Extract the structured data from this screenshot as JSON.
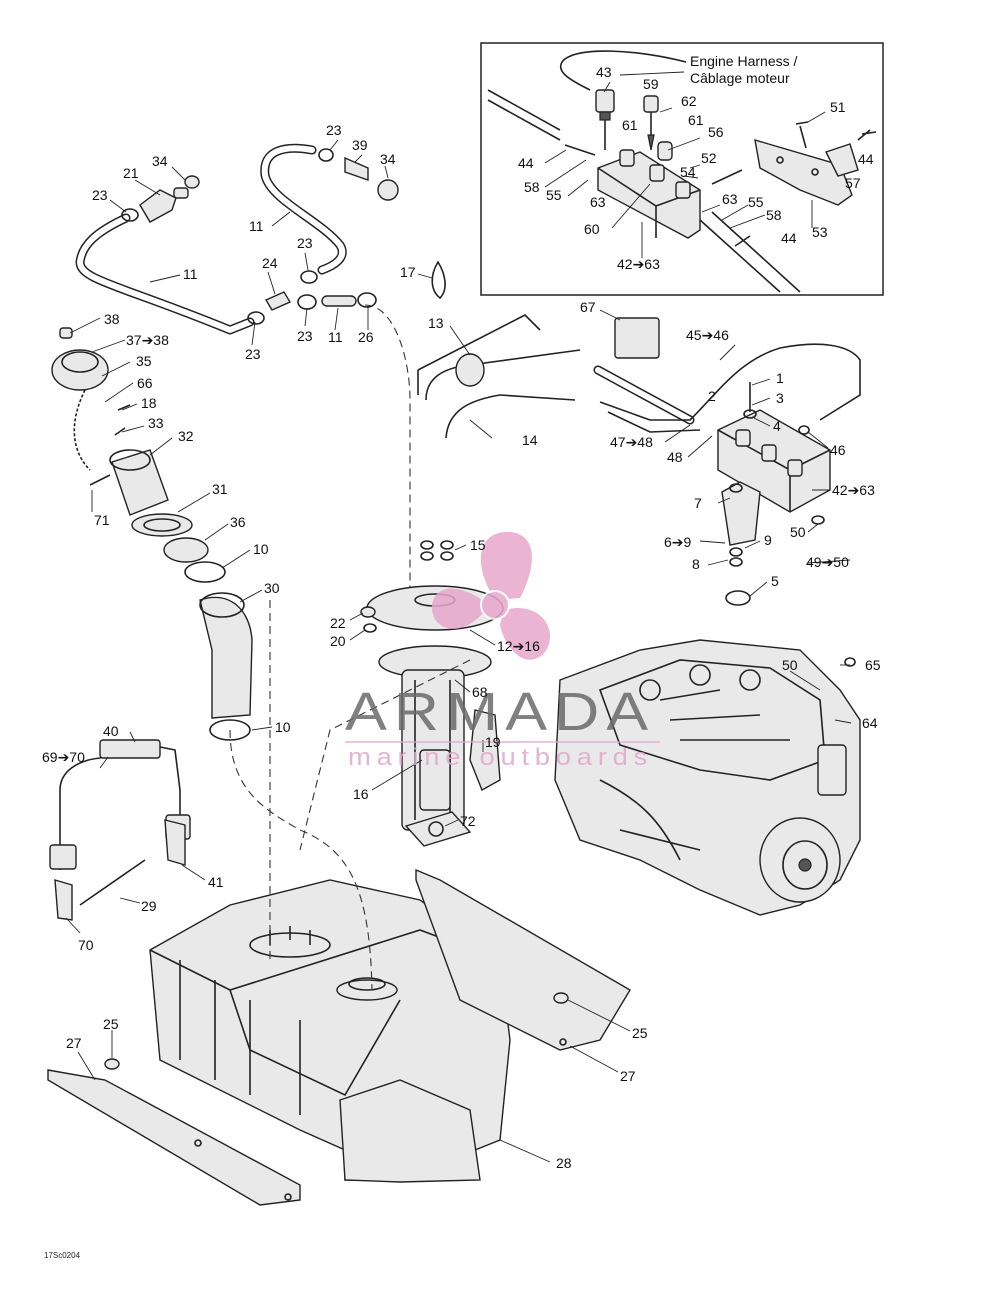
{
  "inset": {
    "harness_label_en": "Engine Harness /",
    "harness_label_fr": "Câblage moteur"
  },
  "callouts": [
    {
      "id": "43a",
      "text": "43"
    },
    {
      "id": "59",
      "text": "59"
    },
    {
      "id": "62",
      "text": "62"
    },
    {
      "id": "61a",
      "text": "61"
    },
    {
      "id": "61b",
      "text": "61"
    },
    {
      "id": "56",
      "text": "56"
    },
    {
      "id": "51",
      "text": "51"
    },
    {
      "id": "44a",
      "text": "44"
    },
    {
      "id": "44b",
      "text": "44"
    },
    {
      "id": "58a",
      "text": "58"
    },
    {
      "id": "55a",
      "text": "55"
    },
    {
      "id": "52",
      "text": "52"
    },
    {
      "id": "54",
      "text": "54"
    },
    {
      "id": "57",
      "text": "57"
    },
    {
      "id": "63a",
      "text": "63"
    },
    {
      "id": "63b",
      "text": "63"
    },
    {
      "id": "55b",
      "text": "55"
    },
    {
      "id": "58b",
      "text": "58"
    },
    {
      "id": "53",
      "text": "53"
    },
    {
      "id": "60",
      "text": "60"
    },
    {
      "id": "44c",
      "text": "44"
    },
    {
      "id": "42-63a",
      "text": "42➔63"
    },
    {
      "id": "23a",
      "text": "23"
    },
    {
      "id": "39",
      "text": "39"
    },
    {
      "id": "34a",
      "text": "34"
    },
    {
      "id": "34b",
      "text": "34"
    },
    {
      "id": "21",
      "text": "21"
    },
    {
      "id": "23b",
      "text": "23"
    },
    {
      "id": "11a",
      "text": "11"
    },
    {
      "id": "23c",
      "text": "23"
    },
    {
      "id": "24",
      "text": "24"
    },
    {
      "id": "11b",
      "text": "11"
    },
    {
      "id": "23d",
      "text": "23"
    },
    {
      "id": "23e",
      "text": "23"
    },
    {
      "id": "11c",
      "text": "11"
    },
    {
      "id": "26",
      "text": "26"
    },
    {
      "id": "17",
      "text": "17"
    },
    {
      "id": "13",
      "text": "13"
    },
    {
      "id": "67",
      "text": "67"
    },
    {
      "id": "45-46",
      "text": "45➔46"
    },
    {
      "id": "38",
      "text": "38"
    },
    {
      "id": "37-38",
      "text": "37➔38"
    },
    {
      "id": "35",
      "text": "35"
    },
    {
      "id": "66",
      "text": "66"
    },
    {
      "id": "18",
      "text": "18"
    },
    {
      "id": "33",
      "text": "33"
    },
    {
      "id": "32",
      "text": "32"
    },
    {
      "id": "14",
      "text": "14"
    },
    {
      "id": "1",
      "text": "1"
    },
    {
      "id": "2",
      "text": "2"
    },
    {
      "id": "3",
      "text": "3"
    },
    {
      "id": "4",
      "text": "4"
    },
    {
      "id": "47-48",
      "text": "47➔48"
    },
    {
      "id": "48",
      "text": "48"
    },
    {
      "id": "46",
      "text": "46"
    },
    {
      "id": "42-63b",
      "text": "42➔63"
    },
    {
      "id": "31",
      "text": "31"
    },
    {
      "id": "71",
      "text": "71"
    },
    {
      "id": "36",
      "text": "36"
    },
    {
      "id": "15",
      "text": "15"
    },
    {
      "id": "7",
      "text": "7"
    },
    {
      "id": "50a",
      "text": "50"
    },
    {
      "id": "6-9",
      "text": "6➔9"
    },
    {
      "id": "9",
      "text": "9"
    },
    {
      "id": "10a",
      "text": "10"
    },
    {
      "id": "8",
      "text": "8"
    },
    {
      "id": "49-50",
      "text": "49➔50"
    },
    {
      "id": "30",
      "text": "30"
    },
    {
      "id": "5",
      "text": "5"
    },
    {
      "id": "22",
      "text": "22"
    },
    {
      "id": "20",
      "text": "20"
    },
    {
      "id": "12-16",
      "text": "12➔16"
    },
    {
      "id": "65",
      "text": "65"
    },
    {
      "id": "50b",
      "text": "50"
    },
    {
      "id": "68",
      "text": "68"
    },
    {
      "id": "10b",
      "text": "10"
    },
    {
      "id": "64",
      "text": "64"
    },
    {
      "id": "40",
      "text": "40"
    },
    {
      "id": "19",
      "text": "19"
    },
    {
      "id": "69-70",
      "text": "69➔70"
    },
    {
      "id": "16",
      "text": "16"
    },
    {
      "id": "72",
      "text": "72"
    },
    {
      "id": "41",
      "text": "41"
    },
    {
      "id": "29",
      "text": "29"
    },
    {
      "id": "70",
      "text": "70"
    },
    {
      "id": "25a",
      "text": "25"
    },
    {
      "id": "27a",
      "text": "27"
    },
    {
      "id": "25b",
      "text": "25"
    },
    {
      "id": "27b",
      "text": "27"
    },
    {
      "id": "28",
      "text": "28"
    }
  ],
  "watermark": {
    "brand": "ARMADA",
    "tagline": "marine outboards",
    "colors": {
      "text": "#6a6a6a",
      "accent": "#e0a9c9",
      "logo": "#e8a7cc"
    }
  },
  "figure_code": "17Sc0204"
}
